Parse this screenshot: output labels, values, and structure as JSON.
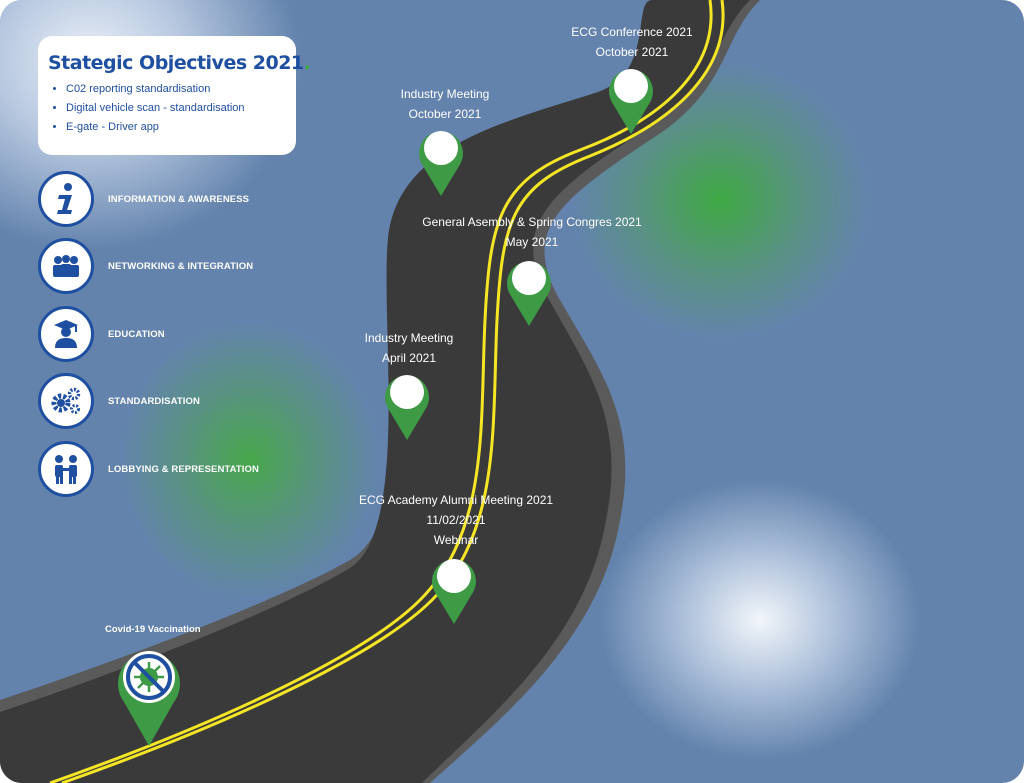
{
  "objectives": {
    "title": "Stategic Objectives 2021",
    "title_dot": ".",
    "items": [
      "C02 reporting standardisation",
      "Digital vehicle scan - standardisation",
      "E-gate - Driver app"
    ]
  },
  "categories": [
    {
      "label": "INFORMATION & AWARENESS",
      "icon": "info-icon"
    },
    {
      "label": "NETWORKING & INTEGRATION",
      "icon": "people-group-icon"
    },
    {
      "label": "EDUCATION",
      "icon": "graduate-icon"
    },
    {
      "label": "STANDARDISATION",
      "icon": "gears-icon"
    },
    {
      "label": "LOBBYING & REPRESENTATION",
      "icon": "handshake-people-icon"
    }
  ],
  "milestones": [
    {
      "lines": [
        "ECG Conference 2021",
        "October 2021"
      ]
    },
    {
      "lines": [
        "Industry Meeting",
        "October 2021"
      ]
    },
    {
      "lines": [
        "General Asembly & Spring Congres 2021",
        "May 2021"
      ]
    },
    {
      "lines": [
        "Industry Meeting",
        "April 2021"
      ]
    },
    {
      "lines": [
        "ECG Academy Alumni Meeting 2021",
        "11/02/2021",
        "Webinar"
      ]
    }
  ],
  "covid": {
    "label": "Covid-19 Vaccination",
    "icon": "no-virus-icon"
  },
  "colors": {
    "background": "#6383ad",
    "road": "#3a3a3a",
    "road_edge": "#5c5c5c",
    "road_line": "#f5e625",
    "pin_green": "#3e9a45",
    "brand_blue": "#1f4fa0",
    "accent_green": "#3daa3d"
  }
}
